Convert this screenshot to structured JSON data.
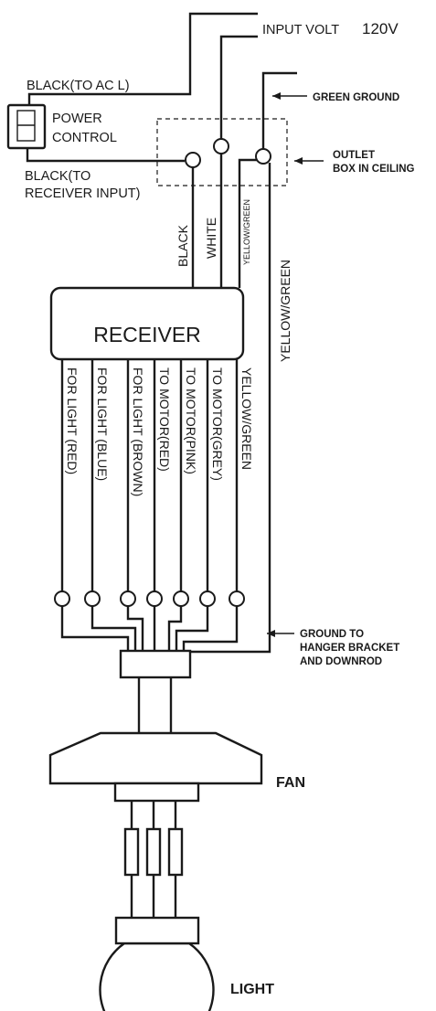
{
  "top": {
    "input_volt": "INPUT VOLT",
    "input_volt_value": "120V",
    "black_ac": "BLACK(TO AC L)",
    "power_control_1": "POWER",
    "power_control_2": "CONTROL",
    "black_receiver_1": "BLACK(TO",
    "black_receiver_2": "RECEIVER INPUT)",
    "green_ground": "GREEN GROUND",
    "outlet_1": "OUTLET",
    "outlet_2": "BOX IN CEILING"
  },
  "input_wires": {
    "black": "BLACK",
    "white": "WHITE",
    "yellow_green_small": "YELLOW/GREEN",
    "yellow_green_big": "YELLOW/GREEN"
  },
  "receiver": {
    "title": "RECEIVER"
  },
  "output_wires": [
    "FOR LIGHT (RED)",
    "FOR LIGHT (BLUE)",
    "FOR LIGHT (BROWN)",
    "TO MOTOR(RED)",
    "TO MOTOR(PINK)",
    "TO MOTOR(GREY)",
    "YELLOW/GREEN"
  ],
  "ground": {
    "line1": "GROUND TO",
    "line2": "HANGER BRACKET",
    "line3": "AND DOWNROD"
  },
  "fan_label": "FAN",
  "light_label": "LIGHT"
}
